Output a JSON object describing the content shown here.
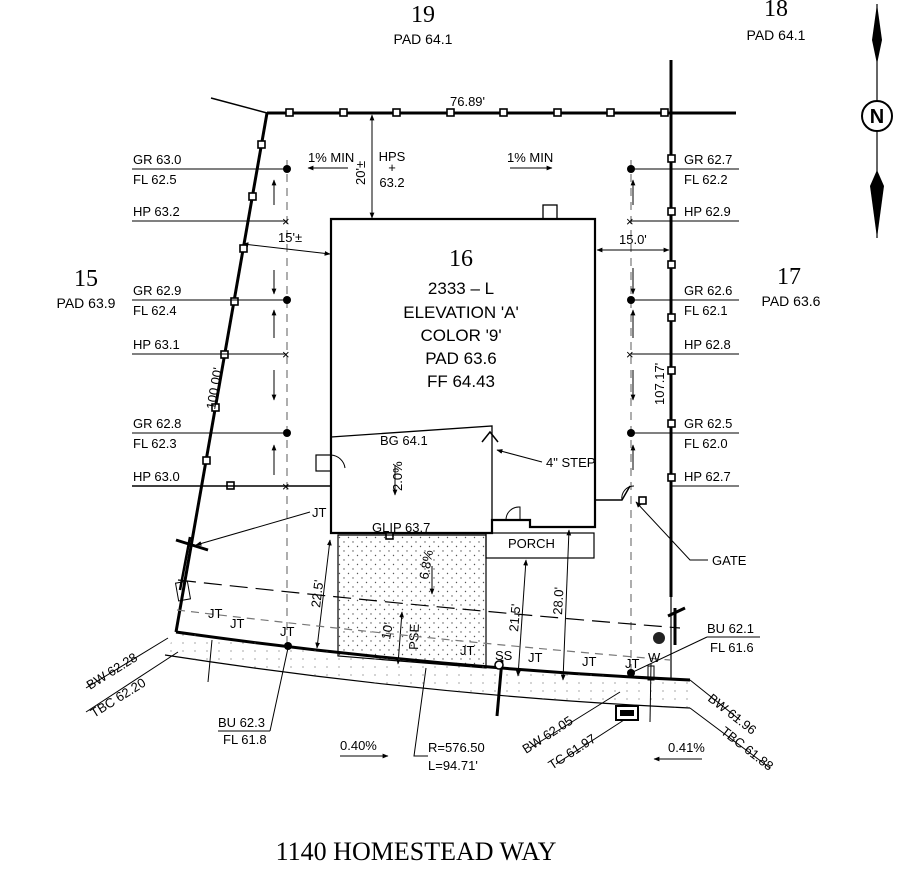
{
  "plan": {
    "title": "1140 HOMESTEAD WAY",
    "north_label": "N",
    "lots": {
      "lot19": {
        "number": "19",
        "pad": "PAD 64.1"
      },
      "lot18": {
        "number": "18",
        "pad": "PAD 64.1"
      },
      "lot15": {
        "number": "15",
        "pad": "PAD 63.9"
      },
      "lot17": {
        "number": "17",
        "pad": "PAD 63.6"
      },
      "lot16": {
        "number": "16",
        "model": "2333 – L",
        "elevation": "ELEVATION 'A'",
        "color": "COLOR '9'",
        "pad": "PAD 63.6",
        "ff": "FF 64.43"
      }
    },
    "dimensions": {
      "rear": "76.89'",
      "left_side": "100.00'",
      "right_side": "107.17'",
      "rear_setback": "20'±",
      "left_setback": "15'±",
      "right_setback": "15.0'",
      "driveway_setback": "22.5'",
      "porch_setback": "21.5'",
      "side_setback": "28.0'",
      "pse_width": "10'"
    },
    "slopes": {
      "rear_left": "1% MIN",
      "rear_right": "1% MIN",
      "garage": "2.0%",
      "driveway": "6.8%",
      "street_left": "0.40%",
      "street_right": "0.41%"
    },
    "hps": {
      "label": "HPS",
      "value": "63.2"
    },
    "left_grades": [
      {
        "gr": "GR 63.0",
        "fl": "FL 62.5"
      },
      {
        "hp": "HP 63.2"
      },
      {
        "gr": "GR 62.9",
        "fl": "FL 62.4"
      },
      {
        "hp": "HP 63.1"
      },
      {
        "gr": "GR 62.8",
        "fl": "FL 62.3"
      },
      {
        "hp": "HP 63.0"
      }
    ],
    "right_grades": [
      {
        "gr": "GR 62.7",
        "fl": "FL 62.2"
      },
      {
        "hp": "HP 62.9"
      },
      {
        "gr": "GR 62.6",
        "fl": "FL 62.1"
      },
      {
        "hp": "HP 62.8"
      },
      {
        "gr": "GR 62.5",
        "fl": "FL 62.0"
      },
      {
        "hp": "HP 62.7"
      }
    ],
    "house_notes": {
      "bg": "BG 64.1",
      "step": "4\" STEP",
      "glip": "GLIP 63.7",
      "porch": "PORCH",
      "jt": "JT",
      "gate": "GATE",
      "pse": "PSE",
      "ss": "SS",
      "w": "W",
      "jt_mark": "JT"
    },
    "street": {
      "bw_left": "BW 62.28",
      "tbc_left": "TBC 62.20",
      "bu_left": "BU 62.3",
      "fl_left": "FL 61.8",
      "bu_right": "BU 62.1",
      "fl_right": "FL 61.6",
      "bw_mid": "BW 62.05",
      "tc_mid": "TC 61.97",
      "bw_right": "BW 61.96",
      "tbc_right": "TBC 61.88",
      "radius": "R=576.50",
      "length": "L=94.71'"
    }
  }
}
